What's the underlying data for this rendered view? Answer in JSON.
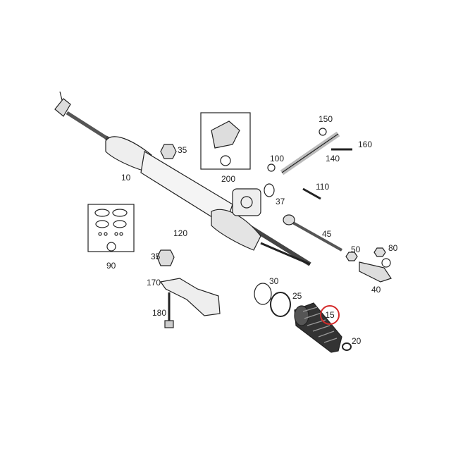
{
  "parts": [
    {
      "id": "p10",
      "number": "10"
    },
    {
      "id": "p35a",
      "number": "35"
    },
    {
      "id": "p200",
      "number": "200"
    },
    {
      "id": "p150",
      "number": "150"
    },
    {
      "id": "p160",
      "number": "160"
    },
    {
      "id": "p140",
      "number": "140"
    },
    {
      "id": "p100",
      "number": "100"
    },
    {
      "id": "p110",
      "number": "110"
    },
    {
      "id": "p37",
      "number": "37"
    },
    {
      "id": "p120",
      "number": "120"
    },
    {
      "id": "p90",
      "number": "90"
    },
    {
      "id": "p35b",
      "number": "35"
    },
    {
      "id": "p45",
      "number": "45"
    },
    {
      "id": "p50",
      "number": "50"
    },
    {
      "id": "p80",
      "number": "80"
    },
    {
      "id": "p40",
      "number": "40"
    },
    {
      "id": "p30",
      "number": "30"
    },
    {
      "id": "p25",
      "number": "25"
    },
    {
      "id": "p15",
      "number": "15",
      "highlighted": true
    },
    {
      "id": "p20",
      "number": "20"
    },
    {
      "id": "p170",
      "number": "170"
    },
    {
      "id": "p180",
      "number": "180"
    }
  ],
  "highlight_color": "#d42a2a"
}
